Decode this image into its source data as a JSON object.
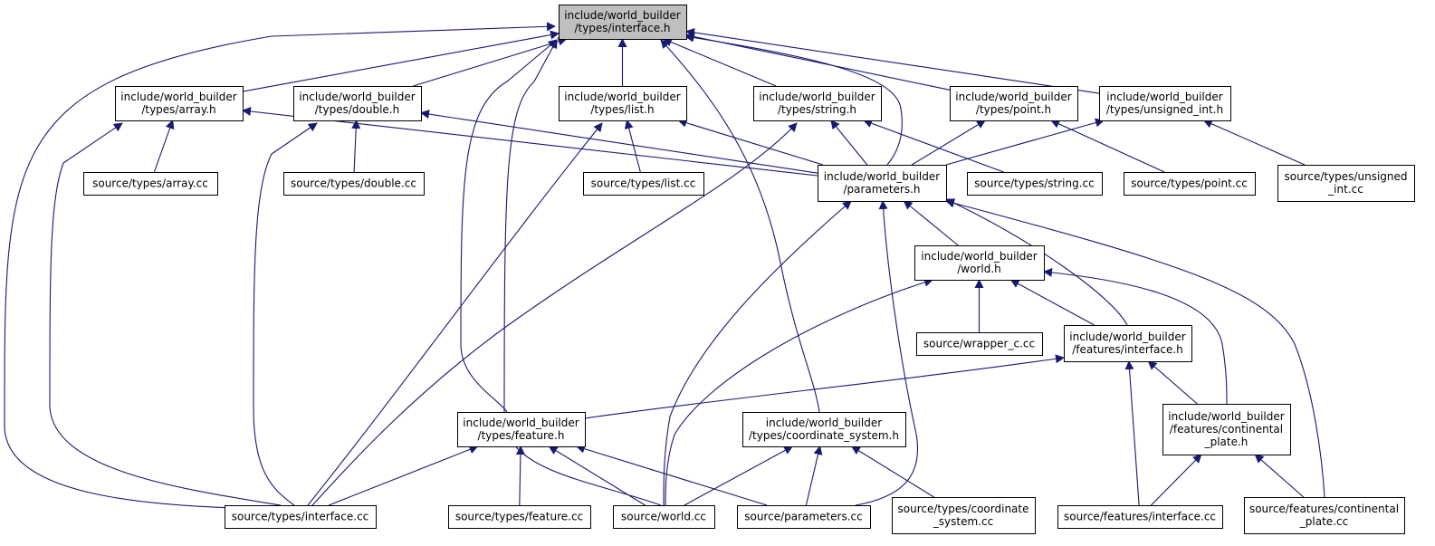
{
  "colors": {
    "edge": "#191970",
    "root_fill": "#bfbfbf",
    "node_fill": "#ffffff",
    "border": "#000000"
  },
  "nodes": [
    {
      "id": "iface_h",
      "lines": [
        "include/world_builder",
        "/types/interface.h"
      ],
      "root": true
    },
    {
      "id": "array_h",
      "lines": [
        "include/world_builder",
        "/types/array.h"
      ]
    },
    {
      "id": "double_h",
      "lines": [
        "include/world_builder",
        "/types/double.h"
      ]
    },
    {
      "id": "list_h",
      "lines": [
        "include/world_builder",
        "/types/list.h"
      ]
    },
    {
      "id": "string_h",
      "lines": [
        "include/world_builder",
        "/types/string.h"
      ]
    },
    {
      "id": "point_h",
      "lines": [
        "include/world_builder",
        "/types/point.h"
      ]
    },
    {
      "id": "uint_h",
      "lines": [
        "include/world_builder",
        "/types/unsigned_int.h"
      ]
    },
    {
      "id": "array_cc",
      "lines": [
        "source/types/array.cc"
      ]
    },
    {
      "id": "double_cc",
      "lines": [
        "source/types/double.cc"
      ]
    },
    {
      "id": "list_cc",
      "lines": [
        "source/types/list.cc"
      ]
    },
    {
      "id": "params_h",
      "lines": [
        "include/world_builder",
        "/parameters.h"
      ]
    },
    {
      "id": "string_cc",
      "lines": [
        "source/types/string.cc"
      ]
    },
    {
      "id": "point_cc",
      "lines": [
        "source/types/point.cc"
      ]
    },
    {
      "id": "uint_cc",
      "lines": [
        "source/types/unsigned",
        "_int.cc"
      ]
    },
    {
      "id": "world_h",
      "lines": [
        "include/world_builder",
        "/world.h"
      ]
    },
    {
      "id": "wrapper_cc",
      "lines": [
        "source/wrapper_c.cc"
      ]
    },
    {
      "id": "feat_iface_h",
      "lines": [
        "include/world_builder",
        "/features/interface.h"
      ]
    },
    {
      "id": "feature_h",
      "lines": [
        "include/world_builder",
        "/types/feature.h"
      ]
    },
    {
      "id": "coord_h",
      "lines": [
        "include/world_builder",
        "/types/coordinate_system.h"
      ]
    },
    {
      "id": "cont_h",
      "lines": [
        "include/world_builder",
        "/features/continental",
        "_plate.h"
      ]
    },
    {
      "id": "iface_cc",
      "lines": [
        "source/types/interface.cc"
      ]
    },
    {
      "id": "feature_cc",
      "lines": [
        "source/types/feature.cc"
      ]
    },
    {
      "id": "world_cc",
      "lines": [
        "source/world.cc"
      ]
    },
    {
      "id": "params_cc",
      "lines": [
        "source/parameters.cc"
      ]
    },
    {
      "id": "coord_cc",
      "lines": [
        "source/types/coordinate",
        "_system.cc"
      ]
    },
    {
      "id": "feat_iface_cc",
      "lines": [
        "source/features/interface.cc"
      ]
    },
    {
      "id": "cont_cc",
      "lines": [
        "source/features/continental",
        "_plate.cc"
      ]
    }
  ],
  "edges": [
    [
      "iface_h",
      "array_h"
    ],
    [
      "iface_h",
      "double_h"
    ],
    [
      "iface_h",
      "list_h"
    ],
    [
      "iface_h",
      "string_h"
    ],
    [
      "iface_h",
      "point_h"
    ],
    [
      "iface_h",
      "uint_h"
    ],
    [
      "iface_h",
      "params_h"
    ],
    [
      "iface_h",
      "feature_h"
    ],
    [
      "iface_h",
      "coord_h"
    ],
    [
      "iface_h",
      "iface_cc"
    ],
    [
      "iface_h",
      "world_cc"
    ],
    [
      "array_h",
      "array_cc"
    ],
    [
      "array_h",
      "params_h"
    ],
    [
      "array_h",
      "iface_cc"
    ],
    [
      "double_h",
      "double_cc"
    ],
    [
      "double_h",
      "params_h"
    ],
    [
      "double_h",
      "iface_cc"
    ],
    [
      "list_h",
      "list_cc"
    ],
    [
      "list_h",
      "params_h"
    ],
    [
      "list_h",
      "iface_cc"
    ],
    [
      "string_h",
      "string_cc"
    ],
    [
      "string_h",
      "params_h"
    ],
    [
      "string_h",
      "iface_cc"
    ],
    [
      "point_h",
      "point_cc"
    ],
    [
      "point_h",
      "params_h"
    ],
    [
      "uint_h",
      "uint_cc"
    ],
    [
      "uint_h",
      "params_h"
    ],
    [
      "params_h",
      "world_h"
    ],
    [
      "params_h",
      "feat_iface_h"
    ],
    [
      "params_h",
      "world_cc"
    ],
    [
      "params_h",
      "params_cc"
    ],
    [
      "params_h",
      "cont_cc"
    ],
    [
      "world_h",
      "wrapper_cc"
    ],
    [
      "world_h",
      "feat_iface_h"
    ],
    [
      "world_h",
      "world_cc"
    ],
    [
      "world_h",
      "cont_h"
    ],
    [
      "feat_iface_h",
      "feature_h"
    ],
    [
      "feat_iface_h",
      "cont_h"
    ],
    [
      "feat_iface_h",
      "feat_iface_cc"
    ],
    [
      "feature_h",
      "iface_cc"
    ],
    [
      "feature_h",
      "feature_cc"
    ],
    [
      "feature_h",
      "world_cc"
    ],
    [
      "feature_h",
      "params_cc"
    ],
    [
      "coord_h",
      "world_cc"
    ],
    [
      "coord_h",
      "params_cc"
    ],
    [
      "coord_h",
      "coord_cc"
    ],
    [
      "cont_h",
      "feat_iface_cc"
    ],
    [
      "cont_h",
      "cont_cc"
    ]
  ]
}
